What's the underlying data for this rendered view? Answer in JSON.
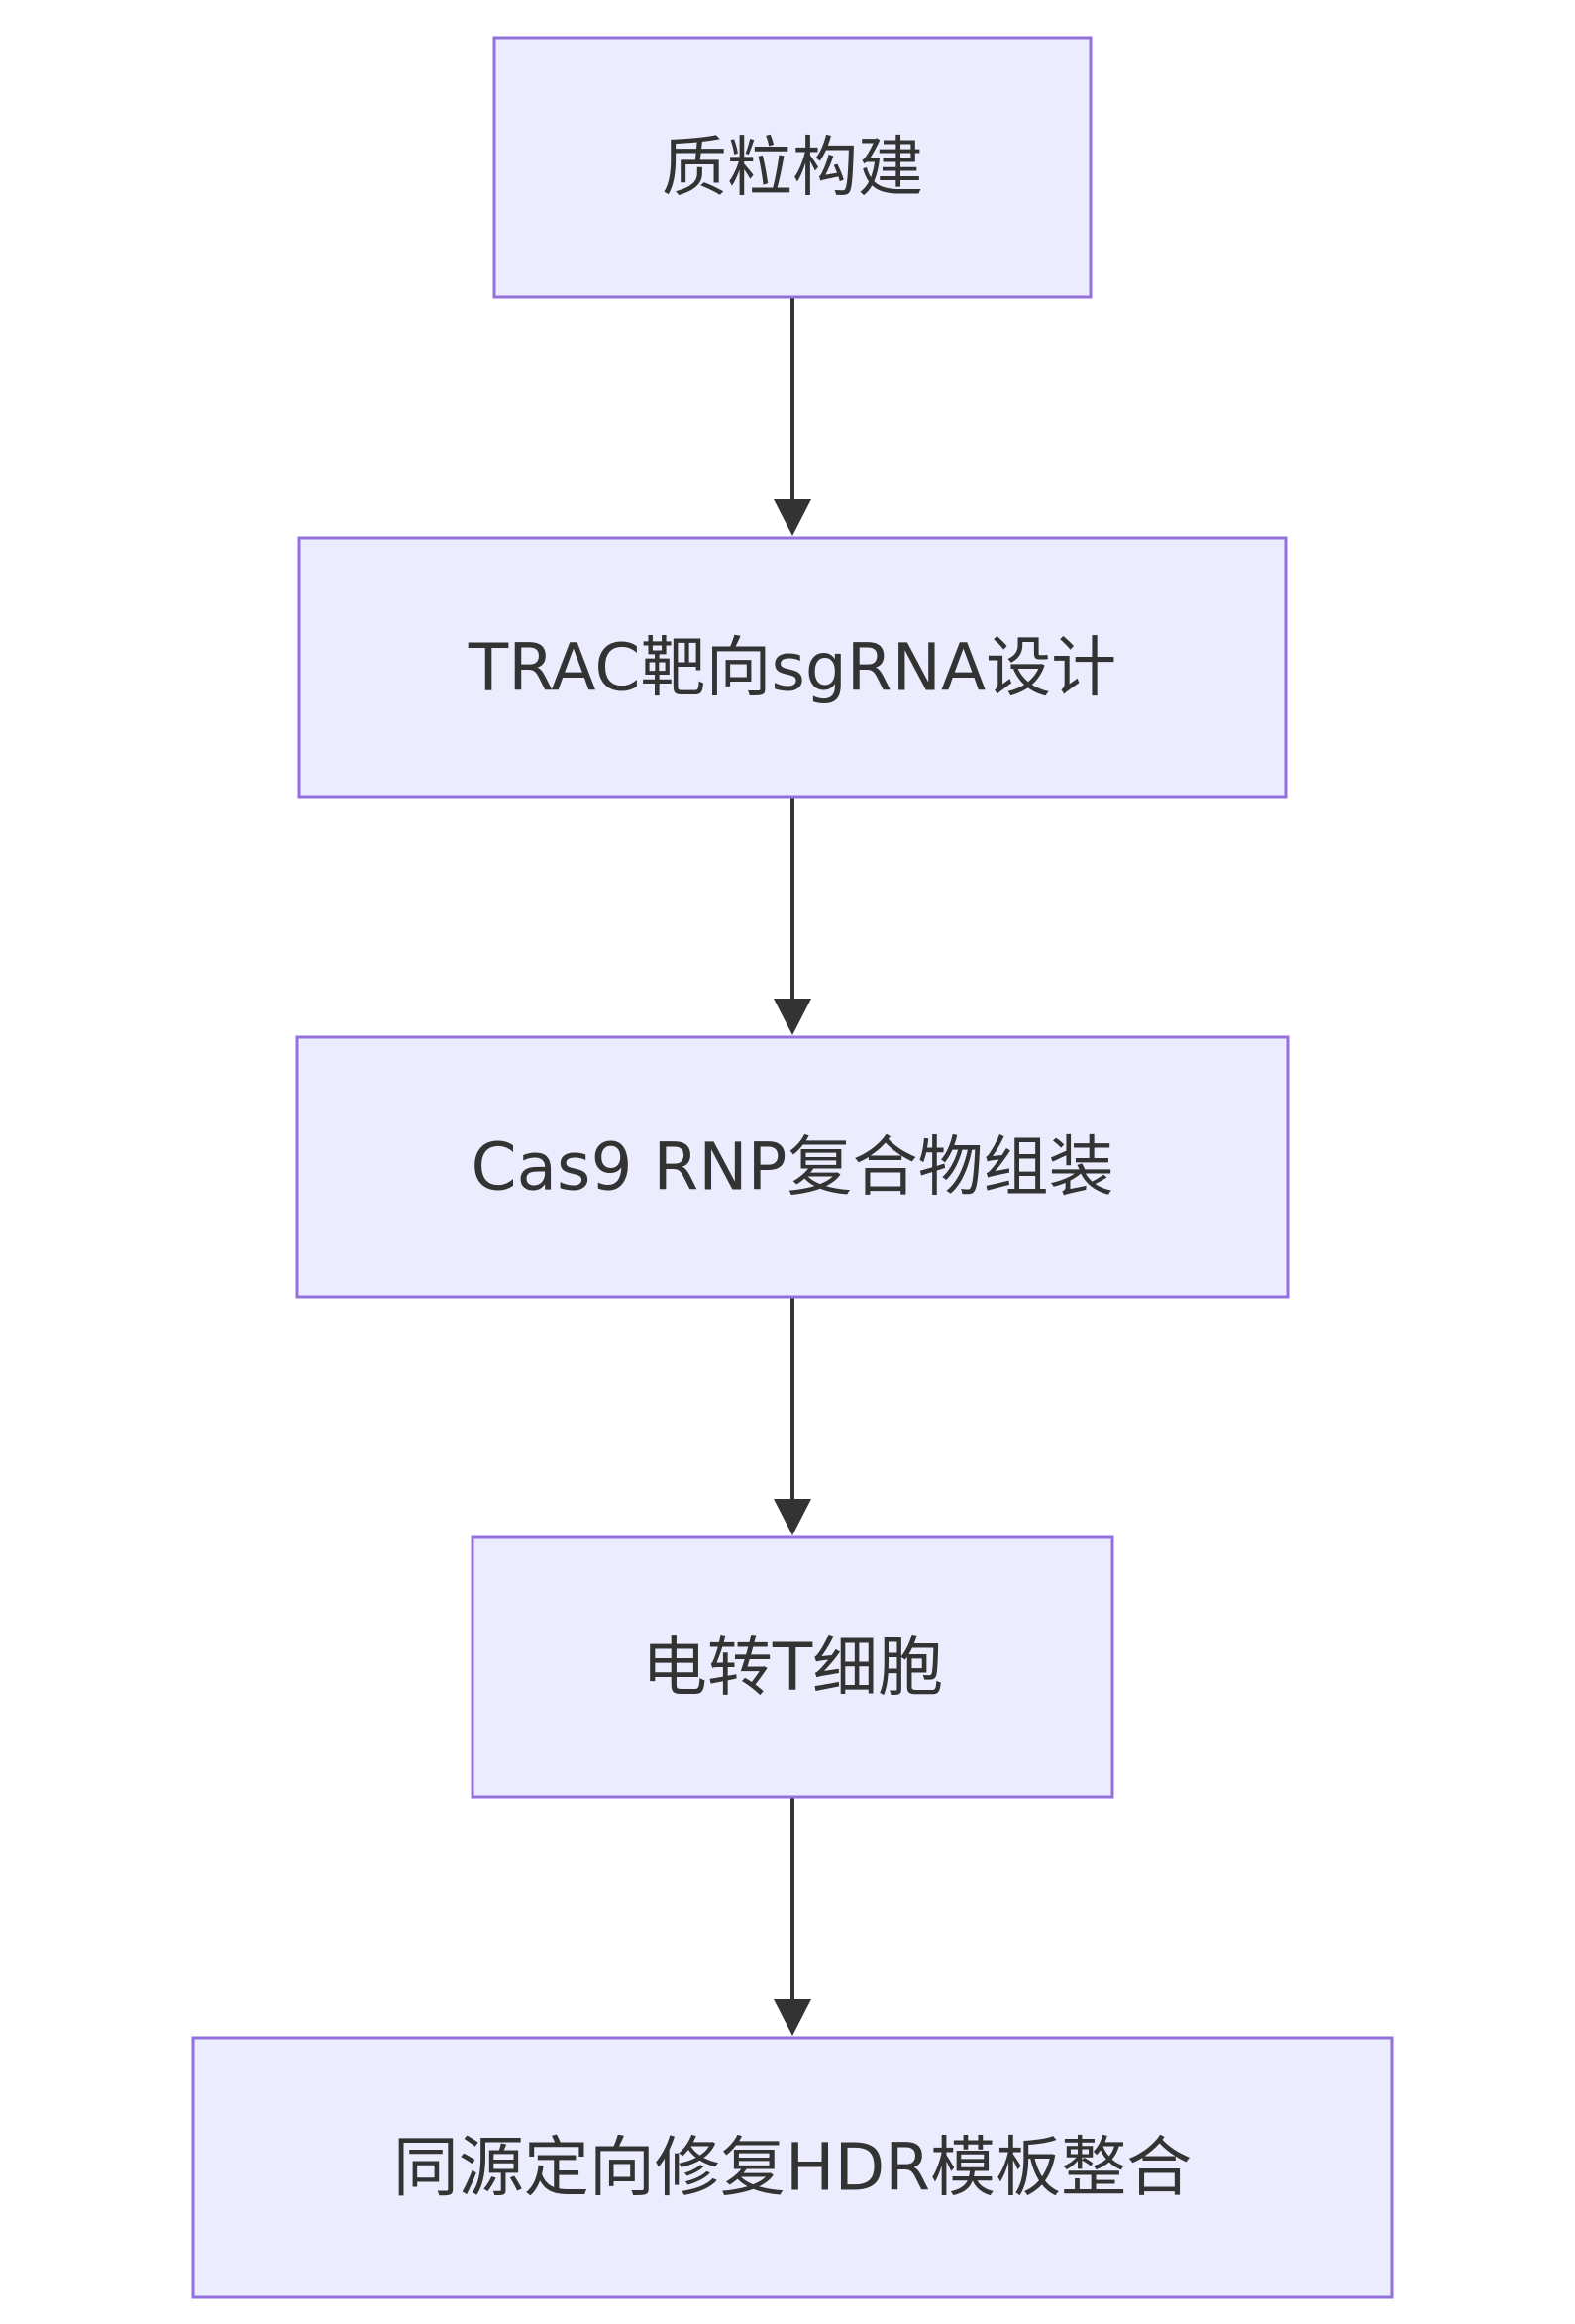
{
  "diagram": {
    "type": "flowchart",
    "direction": "top-to-bottom",
    "colors": {
      "node_fill": "#ececff",
      "node_border": "#9370db",
      "text": "#333333",
      "edge": "#333333"
    },
    "nodes": [
      {
        "id": "n1",
        "label": "质粒构建"
      },
      {
        "id": "n2",
        "label": "TRAC靶向sgRNA设计"
      },
      {
        "id": "n3",
        "label": "Cas9 RNP复合物组装"
      },
      {
        "id": "n4",
        "label": "电转T细胞"
      },
      {
        "id": "n5",
        "label": "同源定向修复HDR模板整合"
      }
    ],
    "edges": [
      {
        "from": "n1",
        "to": "n2"
      },
      {
        "from": "n2",
        "to": "n3"
      },
      {
        "from": "n3",
        "to": "n4"
      },
      {
        "from": "n4",
        "to": "n5"
      }
    ]
  }
}
